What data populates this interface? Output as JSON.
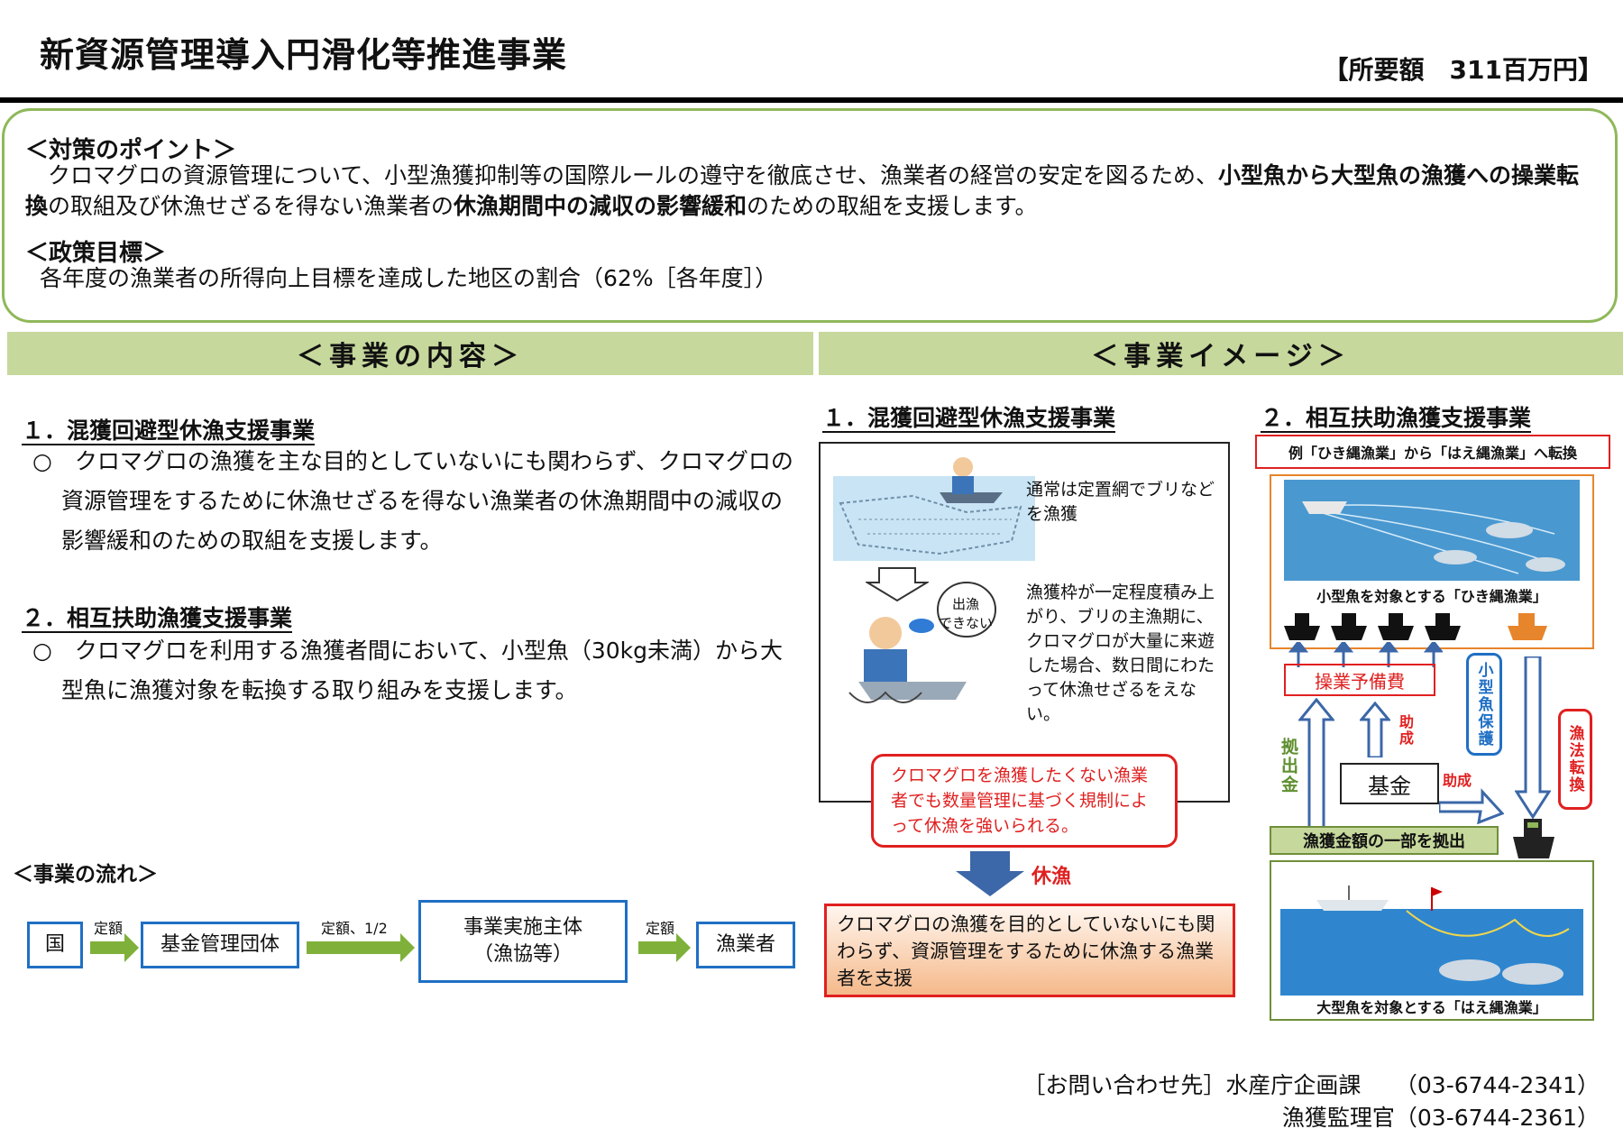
{
  "header": {
    "title": "新資源管理導入円滑化等推進事業",
    "budget": "【所要額　311百万円】"
  },
  "points": {
    "heading": "＜対策のポイント＞",
    "text_a": "　クロマグロの資源管理について、小型漁獲抑制等の国際ルールの遵守を徹底させ、漁業者の経営の安定を図るため、",
    "text_b": "小型魚から大型魚の漁獲への操業転換",
    "text_c": "の取組及び休漁せざるを得ない漁業者の",
    "text_d": "休漁期間中の減収の影響緩和",
    "text_e": "のための取組を支援します。",
    "goal_heading": "＜政策目標＞",
    "goal_text": "各年度の漁業者の所得向上目標を達成した地区の割合（62%［各年度］）"
  },
  "content": {
    "band": "＜事業の内容＞",
    "s1_title": "１．混獲回避型休漁支援事業",
    "s1_body": "○　クロマグロの漁獲を主な目的としていないにも関わらず、クロマグロの資源管理をするために休漁せざるを得ない漁業者の休漁期間中の減収の影響緩和のための取組を支援します。",
    "s2_title": "２．相互扶助漁獲支援事業",
    "s2_body": "○　クロマグロを利用する漁獲者間において、小型魚（30kg未満）から大型魚に漁獲対象を転換する取り組みを支援します。"
  },
  "flow": {
    "heading": "＜事業の流れ＞",
    "node1": "国",
    "arrow1": "定額",
    "node2": "基金管理団体",
    "arrow2": "定額、1/2",
    "node3": "事業実施主体\n（漁協等）",
    "arrow3": "定額",
    "node4": "漁業者"
  },
  "image": {
    "band": "＜事業イメージ＞",
    "s1_title": "１．混獲回避型休漁支援事業",
    "s1_text1": "通常は定置網でブリなどを漁獲",
    "s1_text2": "漁獲枠が一定程度積み上がり、ブリの主漁期に、クロマグロが大量に来遊した場合、数日間にわたって休漁せざるをえない。",
    "bubble": "出漁\nできない",
    "red_callout": "クロマグロを漁獲したくない漁業者でも数量管理に基づく規制によって休漁を強いられる。",
    "kyugyo": "休漁",
    "result": "クロマグロの漁獲を目的としていないにも関わらず、資源管理をするために休漁する漁業者を支援",
    "s2_title": "２．相互扶助漁獲支援事業",
    "s2_example": "例「ひき縄漁業」から「はえ縄漁業」へ転換",
    "small_caption": "小型魚を対象とする「ひき縄漁業」",
    "cost_box": "操業予備費",
    "josei1": "助成",
    "kyoshutsu": "拠出金",
    "kikin": "基金",
    "josei2": "助成",
    "protect": "小型魚保護",
    "convert": "漁法転換",
    "contribute": "漁獲金額の一部を拠出",
    "large_caption": "大型魚を対象とする「はえ縄漁業」"
  },
  "contact": {
    "line1": "［お問い合わせ先］水産庁企画課　　（03-6744-2341）",
    "line2": "漁獲監理官（03-6744-2361）"
  }
}
